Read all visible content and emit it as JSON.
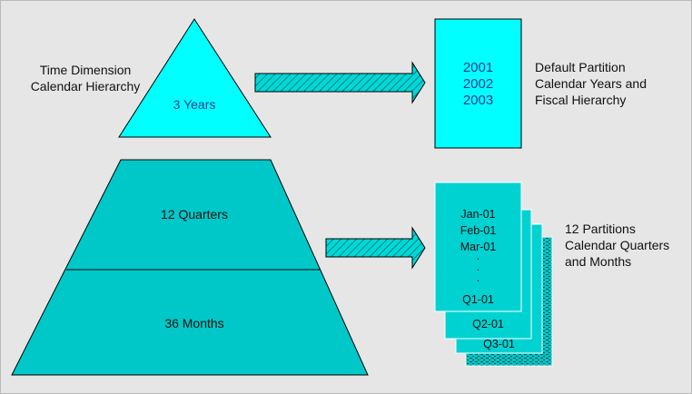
{
  "top_triangle": {
    "caption_lines": [
      "Time Dimension",
      "Calendar Hierarchy"
    ],
    "inner_label": "3 Years"
  },
  "default_partition": {
    "years": [
      "2001",
      "2002",
      "2003"
    ],
    "caption_lines": [
      "Default Partition",
      "Calendar Years and",
      "Fiscal Hierarchy"
    ]
  },
  "bottom_pyramid": {
    "upper_label": "12 Quarters",
    "lower_label": "36 Months"
  },
  "partition_stack": {
    "front_card_lines": [
      "Jan-01",
      "Feb-01",
      "Mar-01"
    ],
    "front_card_dots": [
      ".",
      ".",
      "."
    ],
    "front_card_footer": "Q1-01",
    "second_card_label": "Q2-01",
    "third_card_label": "Q3-01",
    "caption_lines": [
      "12 Partitions",
      "Calendar Quarters",
      "and Months"
    ]
  },
  "colors": {
    "background": "#e6e6e6",
    "triangle_fill": "#00ffff",
    "pyramid_fill": "#00c8c8",
    "card_fill": "#00d2d2",
    "arrow_fill": "#00d8d8",
    "text_blue": "#1f3f8f"
  }
}
